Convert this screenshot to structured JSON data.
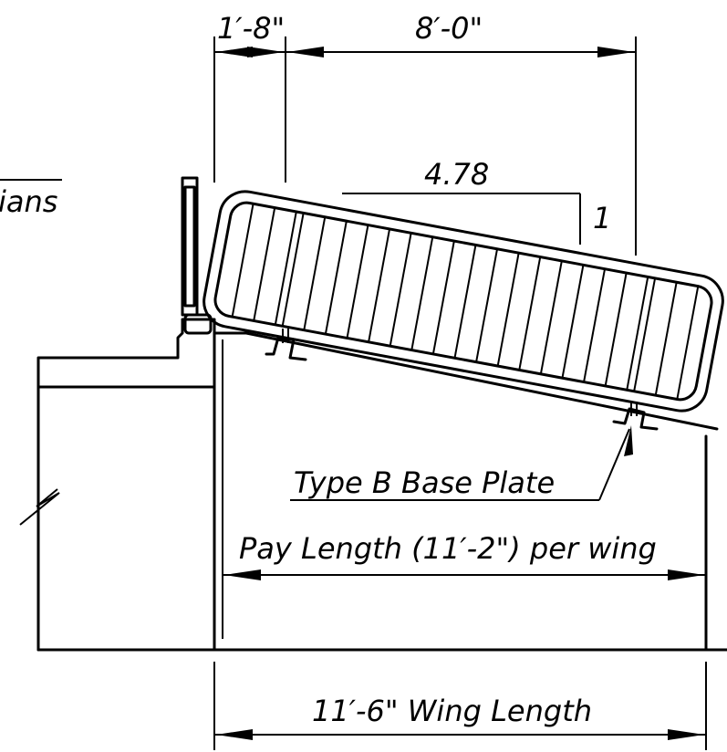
{
  "dimensions": {
    "top_left": "1′-8\"",
    "top_right": "8′-0\"",
    "wing_length": "11′-6\" Wing Length"
  },
  "labels": {
    "slope_value": "4.78",
    "slope_unit": "1",
    "partial_text": "ians",
    "base_plate": "Type B Base Plate",
    "pay_length": "Pay Length (11′-2\") per wing"
  }
}
